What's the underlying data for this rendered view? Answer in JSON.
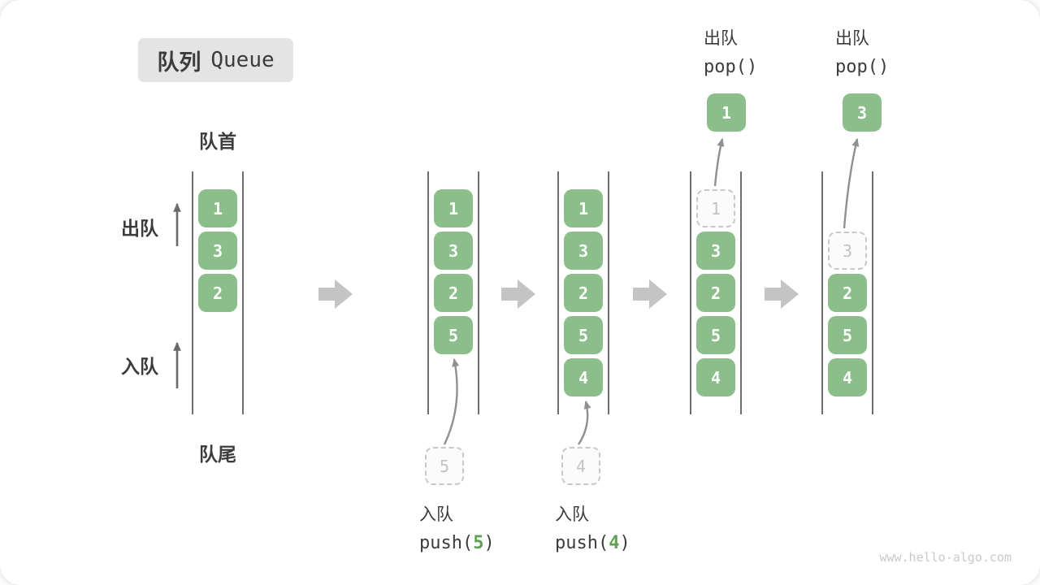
{
  "title": {
    "zh": "队列",
    "en": "Queue"
  },
  "front_label": "队首",
  "rear_label": "队尾",
  "dequeue_label": "出队",
  "enqueue_label": "入队",
  "watermark": "www.hello-algo.com",
  "colors": {
    "green": "#8CBE8C",
    "accent_green": "#60A055",
    "title_bg": "#E4E4E4",
    "text_dark": "#3C3C3C",
    "block_arrow": "#C4C4C4",
    "dashed_border": "#C8C8C8",
    "dashed_text": "#C2C2C2",
    "dashed_bg": "#FBFBFB",
    "channel_line": "#4A4A4A",
    "flow_arrow": "#909090",
    "side_arrow": "#6A6A6A",
    "watermark_text": "#C9C9C9"
  },
  "states": [
    {
      "slots": [
        {
          "value": "1",
          "style": "green"
        },
        {
          "value": "3",
          "style": "green"
        },
        {
          "value": "2",
          "style": "green"
        }
      ]
    },
    {
      "slots": [
        {
          "value": "1",
          "style": "green"
        },
        {
          "value": "3",
          "style": "green"
        },
        {
          "value": "2",
          "style": "green"
        },
        {
          "value": "5",
          "style": "green"
        }
      ],
      "staging_value": "5",
      "op_label": "入队",
      "op_code_before": "push(",
      "op_code_arg": "5",
      "op_code_after": ")"
    },
    {
      "slots": [
        {
          "value": "1",
          "style": "green"
        },
        {
          "value": "3",
          "style": "green"
        },
        {
          "value": "2",
          "style": "green"
        },
        {
          "value": "5",
          "style": "green"
        },
        {
          "value": "4",
          "style": "green"
        }
      ],
      "staging_value": "4",
      "op_label": "入队",
      "op_code_before": "push(",
      "op_code_arg": "4",
      "op_code_after": ")"
    },
    {
      "slots": [
        {
          "value": "1",
          "style": "dashed"
        },
        {
          "value": "3",
          "style": "green"
        },
        {
          "value": "2",
          "style": "green"
        },
        {
          "value": "5",
          "style": "green"
        },
        {
          "value": "4",
          "style": "green"
        }
      ],
      "popped_value": "1",
      "op_label": "出队",
      "op_code": "pop()"
    },
    {
      "slots": [
        {
          "value": "",
          "style": "empty"
        },
        {
          "value": "3",
          "style": "dashed"
        },
        {
          "value": "2",
          "style": "green"
        },
        {
          "value": "5",
          "style": "green"
        },
        {
          "value": "4",
          "style": "green"
        }
      ],
      "popped_value": "3",
      "op_label": "出队",
      "op_code": "pop()"
    }
  ]
}
